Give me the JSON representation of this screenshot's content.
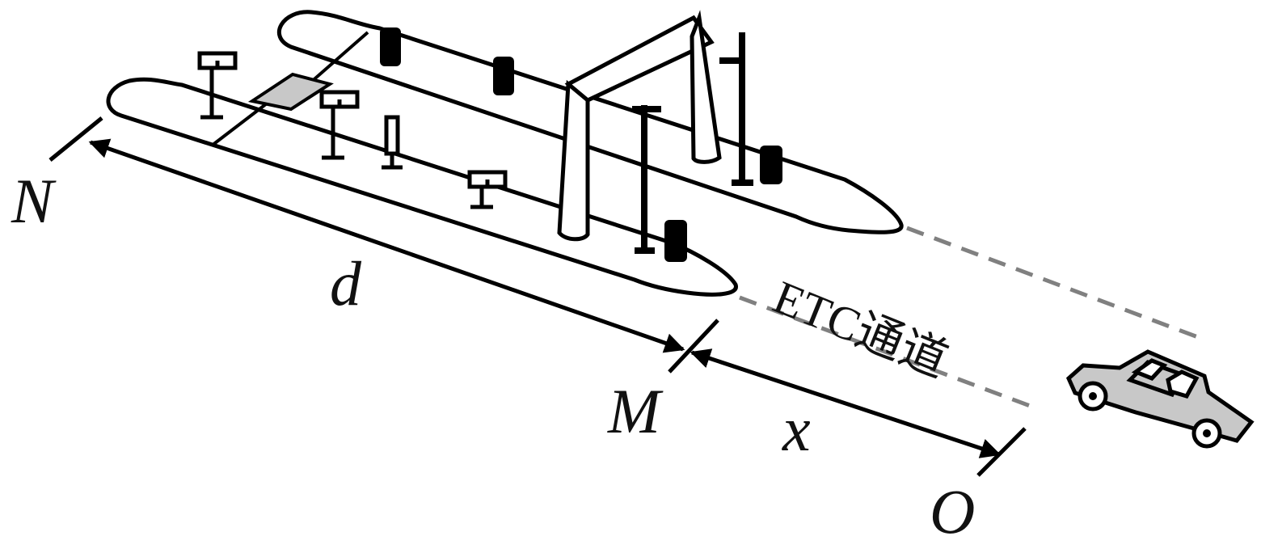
{
  "labels": {
    "n": "N",
    "d": "d",
    "m": "M",
    "x": "x",
    "o": "O",
    "etc_lane": "ETC通道"
  },
  "colors": {
    "ink": "#000000",
    "gray_fill": "#c8c8c8",
    "dash": "#808080"
  },
  "icons": [
    "car-icon",
    "toll-gantry-icon",
    "bollard-icon",
    "sign-post-icon",
    "barrier-pole-icon"
  ]
}
